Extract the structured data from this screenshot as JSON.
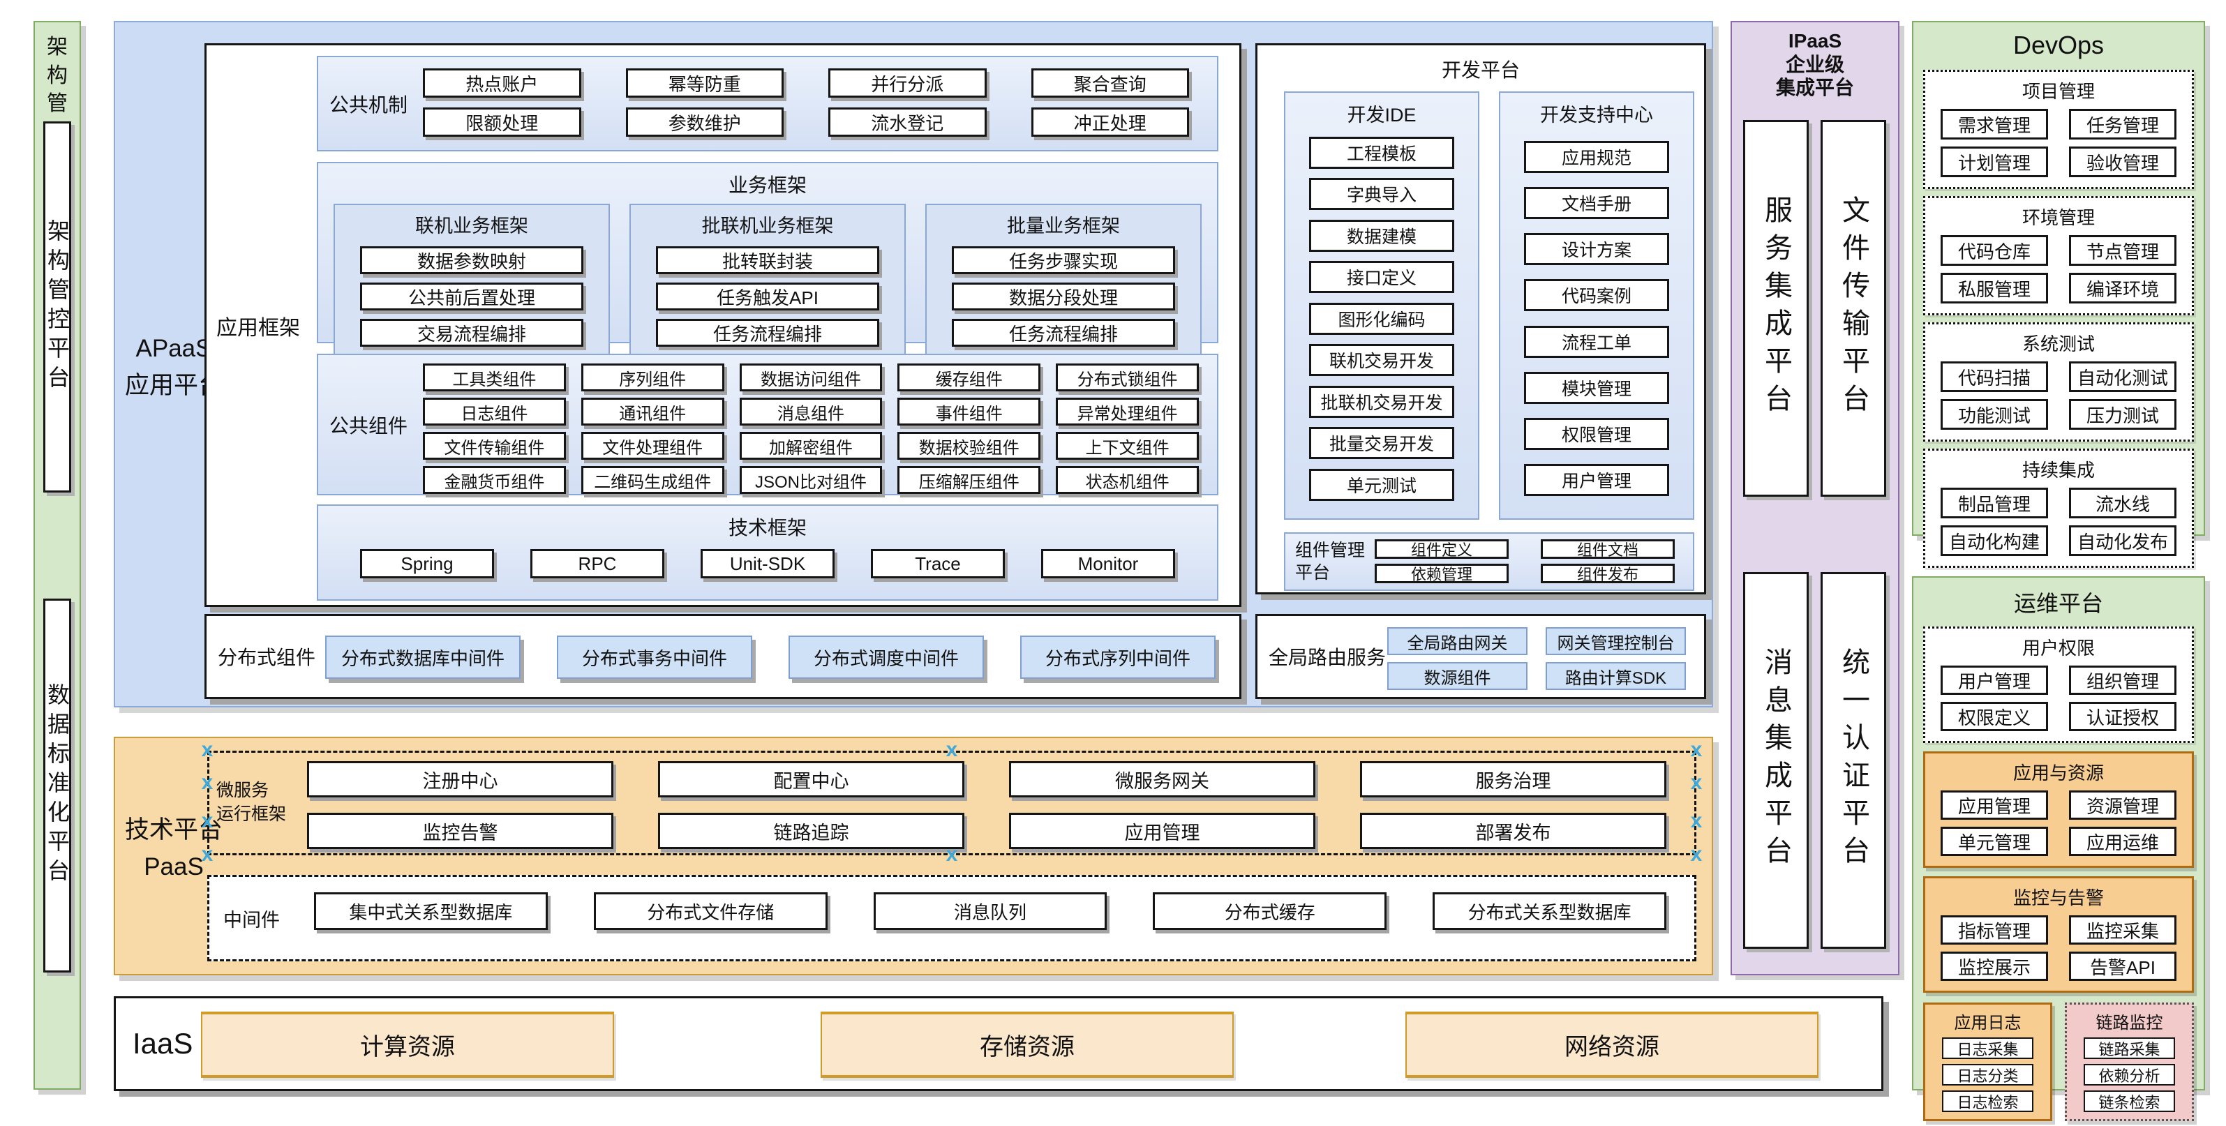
{
  "icons": {
    "selection_handle": "x"
  },
  "colors": {
    "blue_fill": "#cddcf5",
    "blue_border": "#8eabd6",
    "sub_blue_fill": "#d7e2f5",
    "sub_blue_border": "#8ba8d2",
    "green_fill": "#d6e8ca",
    "green_border": "#82ab64",
    "orange_fill": "#f8d9a8",
    "orange_border": "#c99b3f",
    "deep_orange_fill": "#f7cd92",
    "deep_orange_border": "#b06a10",
    "purple_fill": "#e2d6eb",
    "purple_border": "#8f6aa8",
    "pink_fill": "#f3caca",
    "resource_fill": "#fbe7cb",
    "resource_border": "#d19b2a",
    "handle_blue": "#3fa9dc"
  },
  "left_rail": {
    "header": "架构管理",
    "bars": [
      "架构管控平台",
      "数据标准化平台"
    ]
  },
  "apaas": {
    "label_line1": "APaaS",
    "label_line2": "应用平台",
    "app_framework": {
      "label": "应用框架",
      "common_mechanism": {
        "label": "公共机制",
        "items": [
          "热点账户",
          "幂等防重",
          "并行分派",
          "聚合查询",
          "限额处理",
          "参数维护",
          "流水登记",
          "冲正处理"
        ]
      },
      "business": {
        "title": "业务框架",
        "groups": [
          {
            "title": "联机业务框架",
            "items": [
              "数据参数映射",
              "公共前后置处理",
              "交易流程编排"
            ]
          },
          {
            "title": "批联机业务框架",
            "items": [
              "批转联封装",
              "任务触发API",
              "任务流程编排"
            ]
          },
          {
            "title": "批量业务框架",
            "items": [
              "任务步骤实现",
              "数据分段处理",
              "任务流程编排"
            ]
          }
        ]
      },
      "common_components": {
        "label": "公共组件",
        "items": [
          "工具类组件",
          "序列组件",
          "数据访问组件",
          "缓存组件",
          "分布式锁组件",
          "日志组件",
          "通讯组件",
          "消息组件",
          "事件组件",
          "异常处理组件",
          "文件传输组件",
          "文件处理组件",
          "加解密组件",
          "数据校验组件",
          "上下文组件",
          "金融货币组件",
          "二维码生成组件",
          "JSON比对组件",
          "压缩解压组件",
          "状态机组件"
        ]
      },
      "tech_framework": {
        "title": "技术框架",
        "items": [
          "Spring",
          "RPC",
          "Unit-SDK",
          "Trace",
          "Monitor"
        ]
      }
    },
    "dev_platform": {
      "title": "开发平台",
      "ide": {
        "title": "开发IDE",
        "items": [
          "工程模板",
          "字典导入",
          "数据建模",
          "接口定义",
          "图形化编码",
          "联机交易开发",
          "批联机交易开发",
          "批量交易开发",
          "单元测试"
        ]
      },
      "support": {
        "title": "开发支持中心",
        "items": [
          "应用规范",
          "文档手册",
          "设计方案",
          "代码案例",
          "流程工单",
          "模块管理",
          "权限管理",
          "用户管理"
        ]
      },
      "component_mgmt": {
        "label": "组件管理平台",
        "items": [
          "组件定义",
          "组件文档",
          "依赖管理",
          "组件发布"
        ]
      }
    },
    "distributed": {
      "label": "分布式组件",
      "items": [
        "分布式数据库中间件",
        "分布式事务中间件",
        "分布式调度中间件",
        "分布式序列中间件"
      ]
    },
    "routing": {
      "label": "全局路由服务",
      "items": [
        "全局路由网关",
        "网关管理控制台",
        "数源组件",
        "路由计算SDK"
      ]
    }
  },
  "paas": {
    "label_line1": "技术平台",
    "label_line2": "PaaS",
    "microservice": {
      "label_line1": "微服务",
      "label_line2": "运行框架",
      "items": [
        "注册中心",
        "配置中心",
        "微服务网关",
        "服务治理",
        "监控告警",
        "链路追踪",
        "应用管理",
        "部署发布"
      ]
    },
    "middleware": {
      "label": "中间件",
      "items": [
        "集中式关系型数据库",
        "分布式文件存储",
        "消息队列",
        "分布式缓存",
        "分布式关系型数据库"
      ]
    }
  },
  "iaas": {
    "label": "IaaS",
    "items": [
      "计算资源",
      "存储资源",
      "网络资源"
    ]
  },
  "ipaas": {
    "title_lines": [
      "IPaaS",
      "企业级",
      "集成平台"
    ],
    "bars": [
      "服务集成平台",
      "文件传输平台",
      "消息集成平台",
      "统一认证平台"
    ]
  },
  "devops": {
    "title": "DevOps",
    "sections": [
      {
        "title": "项目管理",
        "items": [
          "需求管理",
          "任务管理",
          "计划管理",
          "验收管理"
        ]
      },
      {
        "title": "环境管理",
        "items": [
          "代码仓库",
          "节点管理",
          "私服管理",
          "编译环境"
        ]
      },
      {
        "title": "系统测试",
        "items": [
          "代码扫描",
          "自动化测试",
          "功能测试",
          "压力测试"
        ]
      },
      {
        "title": "持续集成",
        "items": [
          "制品管理",
          "流水线",
          "自动化构建",
          "自动化发布"
        ]
      }
    ]
  },
  "ops": {
    "title": "运维平台",
    "sections": [
      {
        "title": "用户权限",
        "items": [
          "用户管理",
          "组织管理",
          "权限定义",
          "认证授权"
        ]
      },
      {
        "title": "应用与资源",
        "items": [
          "应用管理",
          "资源管理",
          "单元管理",
          "应用运维"
        ]
      },
      {
        "title": "监控与告警",
        "items": [
          "指标管理",
          "监控采集",
          "监控展示",
          "告警API"
        ]
      }
    ],
    "logs": {
      "title": "应用日志",
      "items": [
        "日志采集",
        "日志分类",
        "日志检索"
      ]
    },
    "tracing": {
      "title": "链路监控",
      "items": [
        "链路采集",
        "依赖分析",
        "链条检索"
      ]
    }
  }
}
